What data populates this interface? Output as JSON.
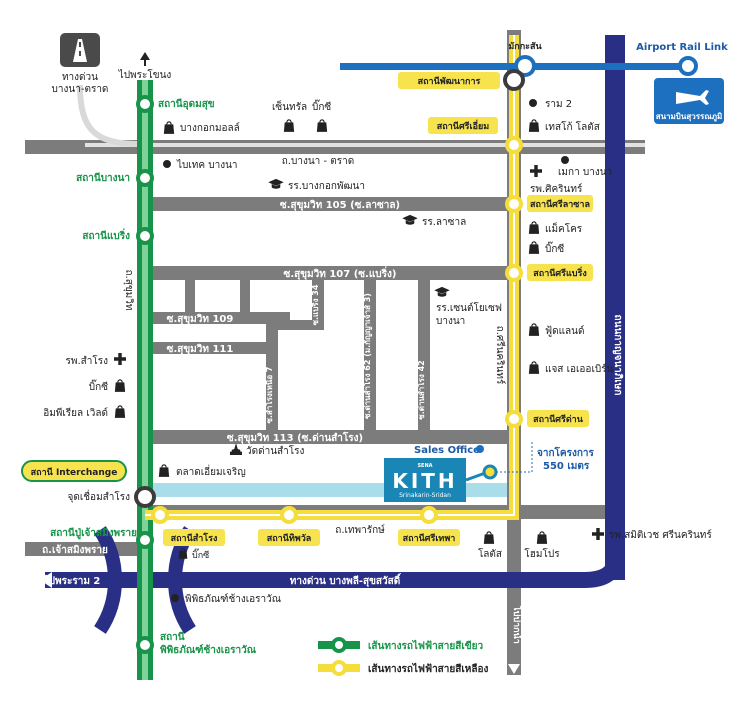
{
  "colors": {
    "road": "#7c7c7c",
    "green_line": "#18944a",
    "yellow_line": "#f5dd3c",
    "blue_line": "#1d6fc0",
    "expressway": "#2a2f86",
    "canal": "#a9ddea",
    "label_yellow_bg": "#f7e34e"
  },
  "highway": {
    "icon_label_line1": "ทางด่วน",
    "icon_label_line2": "บางนา-ตราด",
    "north_arrow_label": "ไปพระโขนง"
  },
  "roads": {
    "bangna_trat": "ถ.บางนา - ตราด",
    "soi_105": "ซ.สุขุมวิท 105 (ซ.ลาซาล)",
    "soi_107": "ซ.สุขุมวิท 107 (ซ.แบริ่ง)",
    "soi_109": "ซ.สุขุมวิท 109",
    "soi_111": "ซ.สุขุมวิท 111",
    "soi_113": "ซ.สุขุมวิท 113 (ซ.ด่านสำโรง)",
    "sukhumvit": "ถ.สุขุมวิท",
    "srinakarin": "ถ.ศรีนครินทร์",
    "thepharak": "ถ.เทพารักษ์",
    "chao_sa_ming_phrai": "ถ.เจ้าสมิงพราย",
    "soi_bearing_34": "ซ.แบริ่ง 34",
    "soi_samrong_nuea_7": "ซ.สำโรงเหนือ 7",
    "soi_dan_samrong_62": "ซ.ด่านสำโรง 62 (ม.กัญญาเจ้าส์ 3)",
    "soi_dan_samrong_42": "ซ.ด่านสำโรง 42",
    "kanchanaphisek": "ถนนกาญจนาภิเษก",
    "expressway_name": "ทางด่วน บางพลี-สุขสวัสดิ์",
    "to_rama2": "ไปพระราม 2",
    "to_paknam": "ไปปากน้ำ"
  },
  "green_stations": {
    "udomsuk": "สถานีอุดมสุข",
    "bangna": "สถานีบางนา",
    "bearing": "สถานีแบริ่ง",
    "pu_chao": "สถานีปู่เจ้าสมิงพราย",
    "erawan_line1": "สถานี",
    "erawan_line2": "พิพิธภัณฑ์ช้างเอราวัณ"
  },
  "yellow_stations": {
    "phatthanakan": "สถานีพัฒนาการ",
    "si_iam": "สถานีศรีเอี่ยม",
    "si_la_salle": "สถานีศรีลาซาล",
    "si_bearing": "สถานีศรีแบริ่ง",
    "si_dan": "สถานีศรีด่าน",
    "samrong": "สถานีสำโรง",
    "thipphawan": "สถานีทิพวัล",
    "si_thepha": "สถานีศรีเทพา"
  },
  "interchange": {
    "badge": "สถานี Interchange",
    "point": "จุดเชื่อมสำโรง"
  },
  "airport_link": {
    "station": "มักกะสัน",
    "line_name": "Airport Rail Link",
    "airport": "สนามบินสุวรรณภูมิ"
  },
  "landmarks": {
    "bangkok_mall": "บางกอกมอลล์",
    "central": "เซ็นทรัล",
    "bigc_1": "บิ๊กซี",
    "rama2_sign": "ราม 2",
    "tesco_lotus": "เทสโก้ โลตัส",
    "bitec": "ไบเทค บางนา",
    "mega_bangna": "เมกา บางนา",
    "sikarin_hospital": "รพ.ศิครินทร์",
    "bangkok_patana": "รร.บางกอกพัฒนา",
    "la_salle_school": "รร.ลาซาล",
    "makro": "แม็คโคร",
    "bigc_2": "บิ๊กซี",
    "st_joseph_line1": "รร.เซนต์โยเซฟ",
    "st_joseph_line2": "บางนา",
    "foodland": "ฟู้ดแลนด์",
    "gas_outlet": "แจส เอเออเบิร์น",
    "samrong_hospital": "รพ.สำโรง",
    "bigc_3": "บิ๊กซี",
    "imperial": "อิมพีเรียล เวิลด์",
    "wat_dan_samrong": "วัดด่านสำโรง",
    "talad_eiam": "ตลาดเอี่ยมเจริญ",
    "bigc_4": "บิ๊กซี",
    "lotus": "โลตัส",
    "homepro": "โฮมโปร",
    "samitivej": "รพ.สมิติเวช ศรีนครินทร์",
    "erawan_museum": "พิพิธภัณฑ์ช้างเอราวัณ"
  },
  "project": {
    "brand": "SENA",
    "name": "KITH",
    "subtitle": "Srinakarin-Sridan",
    "sales_office": "Sales Office",
    "distance_line1": "จากโครงการ",
    "distance_line2": "550 เมตร"
  },
  "legend": {
    "green": "เส้นทางรถไฟฟ้าสายสีเขียว",
    "yellow": "เส้นทางรถไฟฟ้าสายสีเหลือง"
  },
  "icons": {
    "highway": "highway-road-icon",
    "airplane": "airplane-icon",
    "shopping_bag": "shopping-bag-icon",
    "graduation_cap": "graduation-cap-icon",
    "hospital_cross": "hospital-cross-icon",
    "temple": "temple-icon",
    "dot": "place-dot-icon",
    "arrow": "direction-arrow-icon"
  }
}
